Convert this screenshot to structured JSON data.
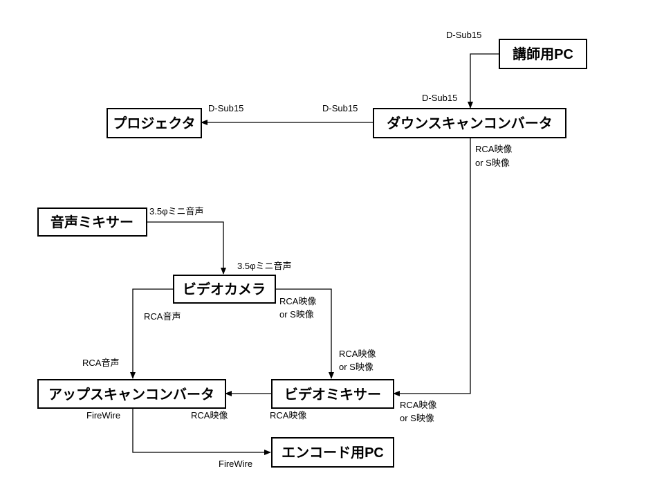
{
  "nodes": {
    "lecturer_pc": "講師用PC",
    "projector": "プロジェクタ",
    "downscan_converter": "ダウンスキャンコンバータ",
    "audio_mixer": "音声ミキサー",
    "video_camera": "ビデオカメラ",
    "upscan_converter": "アップスキャンコンバータ",
    "video_mixer": "ビデオミキサー",
    "encode_pc": "エンコード用PC"
  },
  "labels": {
    "pc_out": "D-Sub15",
    "down_in": "D-Sub15",
    "down_out_proj": "D-Sub15",
    "proj_in": "D-Sub15",
    "down_out_video_1": "RCA映像",
    "down_out_video_2": "or S映像",
    "mixer_out": "3.5φミニ音声",
    "camera_audio_in": "3.5φミニ音声",
    "camera_audio_out": "RCA音声",
    "up_audio_in": "RCA音声",
    "camera_video_out_1": "RCA映像",
    "camera_video_out_2": "or S映像",
    "vmix_in_top_1": "RCA映像",
    "vmix_in_top_2": "or S映像",
    "vmix_in_right_1": "RCA映像",
    "vmix_in_right_2": "or S映像",
    "up_video_in": "RCA映像",
    "vmix_video_out": "RCA映像",
    "up_firewire_out": "FireWire",
    "encode_firewire_in": "FireWire"
  }
}
